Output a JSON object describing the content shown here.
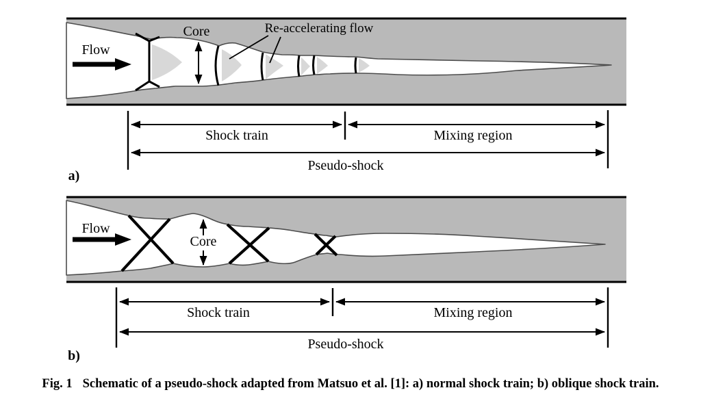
{
  "colors": {
    "wall": "#b9b9b9",
    "core": "#ffffff",
    "reaccel": "#d8d8d8",
    "edge": "#4d4d4d",
    "ink": "#000000",
    "paper": "#ffffff"
  },
  "panel_a": {
    "panel_label": "a)",
    "flow": "Flow",
    "core": "Core",
    "reaccelerating_flow": "Re-accelerating flow",
    "shock_train": "Shock train",
    "mixing_region": "Mixing region",
    "pseudo_shock": "Pseudo-shock"
  },
  "panel_b": {
    "panel_label": "b)",
    "flow": "Flow",
    "core": "Core",
    "shock_train": "Shock train",
    "mixing_region": "Mixing region",
    "pseudo_shock": "Pseudo-shock"
  },
  "caption": {
    "tag": "Fig. 1",
    "text": "Schematic of a pseudo-shock adapted from Matsuo et al. [1]: a) normal shock train; b) oblique shock train."
  }
}
